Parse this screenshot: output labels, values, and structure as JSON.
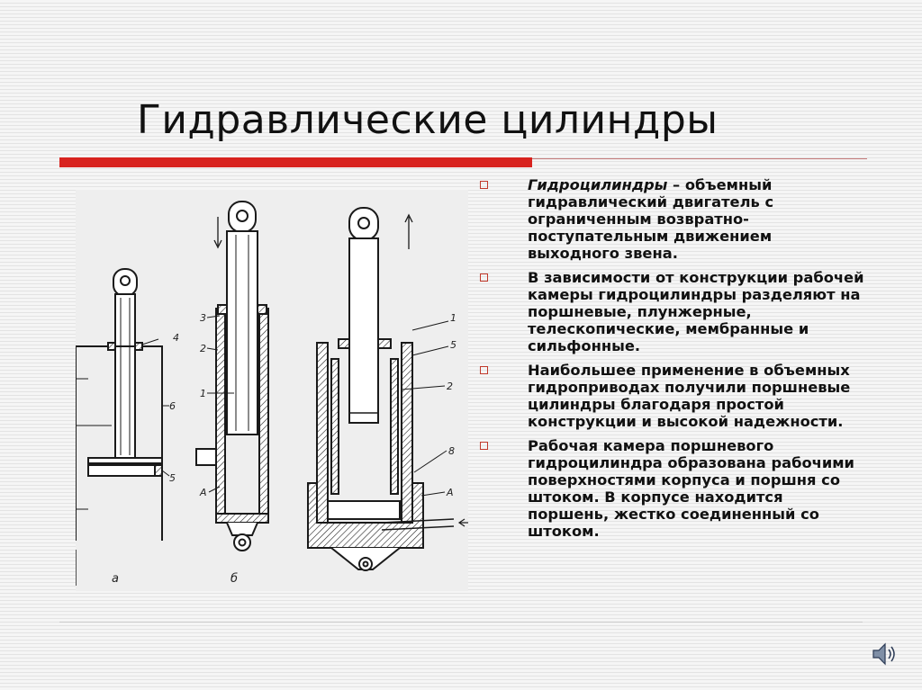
{
  "slide": {
    "title": "Гидравлические цилиндры"
  },
  "figure": {
    "labels": {
      "a": "а",
      "b": "б",
      "num_1": "1",
      "num_2": "2",
      "num_3": "3",
      "num_4": "4",
      "num_5": "5",
      "num_6": "6",
      "num_8": "8",
      "letter_A": "A"
    }
  },
  "bullets": [
    {
      "term": "Гидроцилиндры",
      "text": " – объемный гидравлический двигатель с ограниченным возвратно-поступательным движением выходного звена."
    },
    {
      "term": "",
      "text": "В зависимости от конструкции рабочей камеры гидроцилиндры разделяют на поршневые, плунжерные, телескопические, мембранные и сильфонные."
    },
    {
      "term": "",
      "text": "Наибольшее применение в объемных гидроприводах получили поршневые цилиндры благодаря простой конструкции и высокой надежности."
    },
    {
      "term": "",
      "text": "Рабочая камера поршневого гидроцилиндра образована рабочими поверхностями корпуса и поршня со штоком. В корпусе находится поршень, жестко соединенный со штоком."
    }
  ],
  "icons": {
    "bullet": "hollow-square",
    "sound": "speaker-icon"
  },
  "colors": {
    "accent_red": "#d8231f",
    "bullet_red": "#c0392b",
    "text": "#111111"
  }
}
